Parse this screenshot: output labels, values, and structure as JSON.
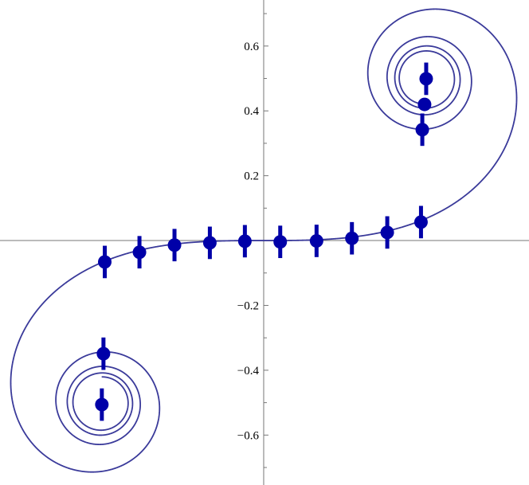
{
  "chart_data": {
    "type": "line",
    "title": "",
    "xlabel": "",
    "ylabel": "",
    "xlim": [
      -0.813,
      0.818
    ],
    "ylim": [
      -0.754,
      0.742
    ],
    "grid": false,
    "x_tick_labels_shown": false,
    "y_ticks": [
      {
        "value": 0.6,
        "label": "0.6"
      },
      {
        "value": 0.4,
        "label": "0.4"
      },
      {
        "value": 0.2,
        "label": "0.2"
      },
      {
        "value": -0.2,
        "label": "−0.2"
      },
      {
        "value": -0.4,
        "label": "−0.4"
      },
      {
        "value": -0.6,
        "label": "−0.6"
      }
    ],
    "y_minor_step": 0.1,
    "curve": {
      "kind": "parametric Fresnel spiral (C(t), S(t))",
      "t_range": [
        -4,
        4
      ],
      "color": "#3a3a9a"
    },
    "points": {
      "color": "#0000a8",
      "data": [
        {
          "x": -0.49,
          "y": -0.066,
          "err": 0.05
        },
        {
          "x": -0.383,
          "y": -0.036,
          "err": 0.05
        },
        {
          "x": -0.275,
          "y": -0.014,
          "err": 0.05
        },
        {
          "x": -0.166,
          "y": -0.007,
          "err": 0.05
        },
        {
          "x": -0.058,
          "y": -0.002,
          "err": 0.05
        },
        {
          "x": 0.051,
          "y": -0.004,
          "err": 0.05
        },
        {
          "x": 0.163,
          "y": -0.001,
          "err": 0.05
        },
        {
          "x": 0.272,
          "y": 0.007,
          "err": 0.05
        },
        {
          "x": 0.381,
          "y": 0.025,
          "err": 0.05
        },
        {
          "x": 0.485,
          "y": 0.057,
          "err": 0.05
        },
        {
          "x": 0.501,
          "y": 0.499,
          "err": 0.05
        },
        {
          "x": 0.496,
          "y": 0.42,
          "err": 0.0
        },
        {
          "x": 0.489,
          "y": 0.342,
          "err": 0.05
        },
        {
          "x": -0.494,
          "y": -0.349,
          "err": 0.05
        },
        {
          "x": -0.499,
          "y": -0.506,
          "err": 0.05
        }
      ]
    }
  }
}
